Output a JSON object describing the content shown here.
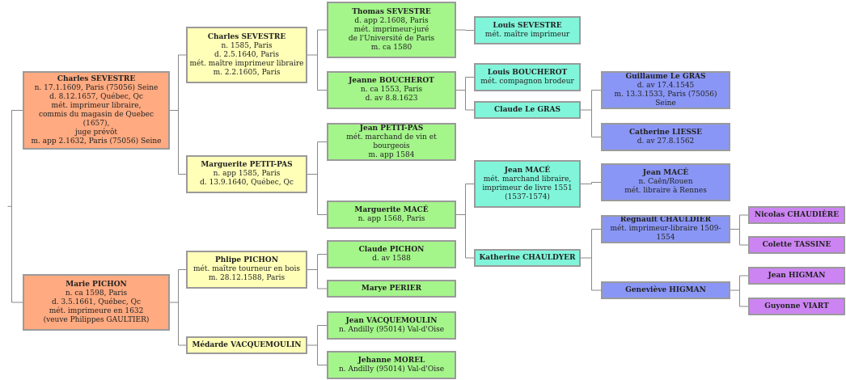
{
  "persons": [
    {
      "id": "charles-sevestre-1609",
      "gen": 1,
      "name": "Charles SEVESTRE",
      "details": [
        "n. 17.1.1609, Paris (75056) Seine",
        "d. 8.12.1657, Québec, Qc",
        "mét. imprimeur libraire,",
        "commis du magasin de Quebec (1657),",
        "juge prévôt",
        "m. app 2.1632, Paris (75056) Seine"
      ]
    },
    {
      "id": "marie-pichon",
      "gen": 1,
      "name": "Marie PICHON",
      "details": [
        "n. ca 1598, Paris",
        "d. 3.5.1661, Québec, Qc",
        "mét. imprimeure en 1632",
        "(veuve Philippes GAULTIER)"
      ]
    },
    {
      "id": "charles-sevestre-1585",
      "gen": 2,
      "name": "Charles SEVESTRE",
      "details": [
        "n. 1585, Paris",
        "d. 2.5.1640, Paris",
        "mét. maître imprimeur libraire",
        "m. 2.2.1605, Paris"
      ]
    },
    {
      "id": "marguerite-petit-pas",
      "gen": 2,
      "name": "Marguerite PETIT-PAS",
      "details": [
        "n. app 1585, Paris",
        "d. 13.9.1640, Québec, Qc"
      ]
    },
    {
      "id": "phlipe-pichon",
      "gen": 2,
      "name": "Phlipe PICHON",
      "details": [
        "mét. maître tourneur en bois",
        "m. 28.12.1588, Paris"
      ]
    },
    {
      "id": "medarde-vacquemoulin",
      "gen": 2,
      "name": "Médarde VACQUEMOULIN",
      "details": []
    },
    {
      "id": "thomas-sevestre",
      "gen": 3,
      "name": "Thomas SEVESTRE",
      "details": [
        "d. app 2.1608, Paris",
        "mét. imprimeur-juré",
        "de l'Université de Paris",
        "m. ca 1580"
      ]
    },
    {
      "id": "jeanne-boucherot",
      "gen": 3,
      "name": "Jeanne BOUCHEROT",
      "details": [
        "n. ca 1553, Paris",
        "d. av 8.8.1623"
      ]
    },
    {
      "id": "jean-petit-pas",
      "gen": 3,
      "name": "Jean PETIT-PAS",
      "details": [
        "mét. marchand de vin et bourgeois",
        "m. app 1584"
      ]
    },
    {
      "id": "marguerite-mace",
      "gen": 3,
      "name": "Marguerite MACÉ",
      "details": [
        "n. app 1568, Paris"
      ]
    },
    {
      "id": "claude-pichon",
      "gen": 3,
      "name": "Claude PICHON",
      "details": [
        "d. av 1588"
      ]
    },
    {
      "id": "marye-perier",
      "gen": 3,
      "name": "Marye PERIER",
      "details": []
    },
    {
      "id": "jean-vacquemoulin",
      "gen": 3,
      "name": "Jean VACQUEMOULIN",
      "details": [
        "n. Andilly (95014) Val-d'Oise"
      ]
    },
    {
      "id": "jehanne-morel",
      "gen": 3,
      "name": "Jehanne MOREL",
      "details": [
        "n. Andilly (95014) Val-d'Oise"
      ]
    },
    {
      "id": "louis-sevestre",
      "gen": 4,
      "name": "Louis SEVESTRE",
      "details": [
        "mét. maître imprimeur"
      ]
    },
    {
      "id": "louis-boucherot",
      "gen": 4,
      "name": "Louis BOUCHEROT",
      "details": [
        "mét. compagnon brodeur"
      ]
    },
    {
      "id": "claude-le-gras",
      "gen": 4,
      "name": "Claude Le GRAS",
      "details": []
    },
    {
      "id": "jean-mace-1537",
      "gen": 4,
      "name": "Jean MACÉ",
      "details": [
        "mét. marchand libraire,",
        "imprimeur de livre 1551",
        "(1537-1574)"
      ]
    },
    {
      "id": "katherine-chauldyer",
      "gen": 4,
      "name": "Katherine CHAULDYER",
      "details": []
    },
    {
      "id": "guillaume-le-gras",
      "gen": 5,
      "name": "Guillaume Le GRAS",
      "details": [
        "d. av 17.4.1545",
        "m. 13.3.1533, Paris (75056) Seine"
      ]
    },
    {
      "id": "catherine-liesse",
      "gen": 5,
      "name": "Catherine LIESSE",
      "details": [
        "d. av 27.8.1562"
      ]
    },
    {
      "id": "jean-mace-caen",
      "gen": 5,
      "name": "Jean MACÉ",
      "details": [
        "n. Caën/Rouen",
        "mét. libraire à Rennes"
      ]
    },
    {
      "id": "regnault-chauldier",
      "gen": 5,
      "name": "Regnault CHAULDIER",
      "details": [
        "mét. imprimeur-libraire 1509-1554"
      ]
    },
    {
      "id": "genevieve-higman",
      "gen": 5,
      "name": "Geneviève HIGMAN",
      "details": []
    },
    {
      "id": "nicolas-chaudiere",
      "gen": 6,
      "name": "Nicolas CHAUDIÈRE",
      "details": []
    },
    {
      "id": "colette-tassine",
      "gen": 6,
      "name": "Colette TASSINE",
      "details": []
    },
    {
      "id": "jean-higman",
      "gen": 6,
      "name": "Jean HIGMAN",
      "details": []
    },
    {
      "id": "guyonne-viart",
      "gen": 6,
      "name": "Guyonne VIART",
      "details": []
    }
  ],
  "relations": [
    {
      "child": "charles-sevestre-1609",
      "father": "charles-sevestre-1585",
      "mother": "marguerite-petit-pas"
    },
    {
      "child": "marie-pichon",
      "father": "phlipe-pichon",
      "mother": "medarde-vacquemoulin"
    },
    {
      "child": "charles-sevestre-1585",
      "father": "thomas-sevestre",
      "mother": "jeanne-boucherot"
    },
    {
      "child": "marguerite-petit-pas",
      "father": "jean-petit-pas",
      "mother": "marguerite-mace"
    },
    {
      "child": "phlipe-pichon",
      "father": "claude-pichon",
      "mother": "marye-perier"
    },
    {
      "child": "medarde-vacquemoulin",
      "father": "jean-vacquemoulin",
      "mother": "jehanne-morel"
    },
    {
      "child": "thomas-sevestre",
      "father": "louis-sevestre"
    },
    {
      "child": "jeanne-boucherot",
      "father": "louis-boucherot",
      "mother": "claude-le-gras"
    },
    {
      "child": "marguerite-mace",
      "father": "jean-mace-1537",
      "mother": "katherine-chauldyer"
    },
    {
      "child": "claude-le-gras",
      "father": "guillaume-le-gras",
      "mother": "catherine-liesse"
    },
    {
      "child": "jean-mace-1537",
      "father": "jean-mace-caen"
    },
    {
      "child": "katherine-chauldyer",
      "father": "regnault-chauldier",
      "mother": "genevieve-higman"
    },
    {
      "child": "regnault-chauldier",
      "father": "nicolas-chaudiere",
      "mother": "colette-tassine"
    },
    {
      "child": "genevieve-higman",
      "father": "jean-higman",
      "mother": "guyonne-viart"
    }
  ],
  "generation_colors": {
    "1": "#ffaa80",
    "2": "#ffffb8",
    "3": "#a4f58a",
    "4": "#80f5da",
    "5": "#8a96f5",
    "6": "#cc84f2"
  }
}
